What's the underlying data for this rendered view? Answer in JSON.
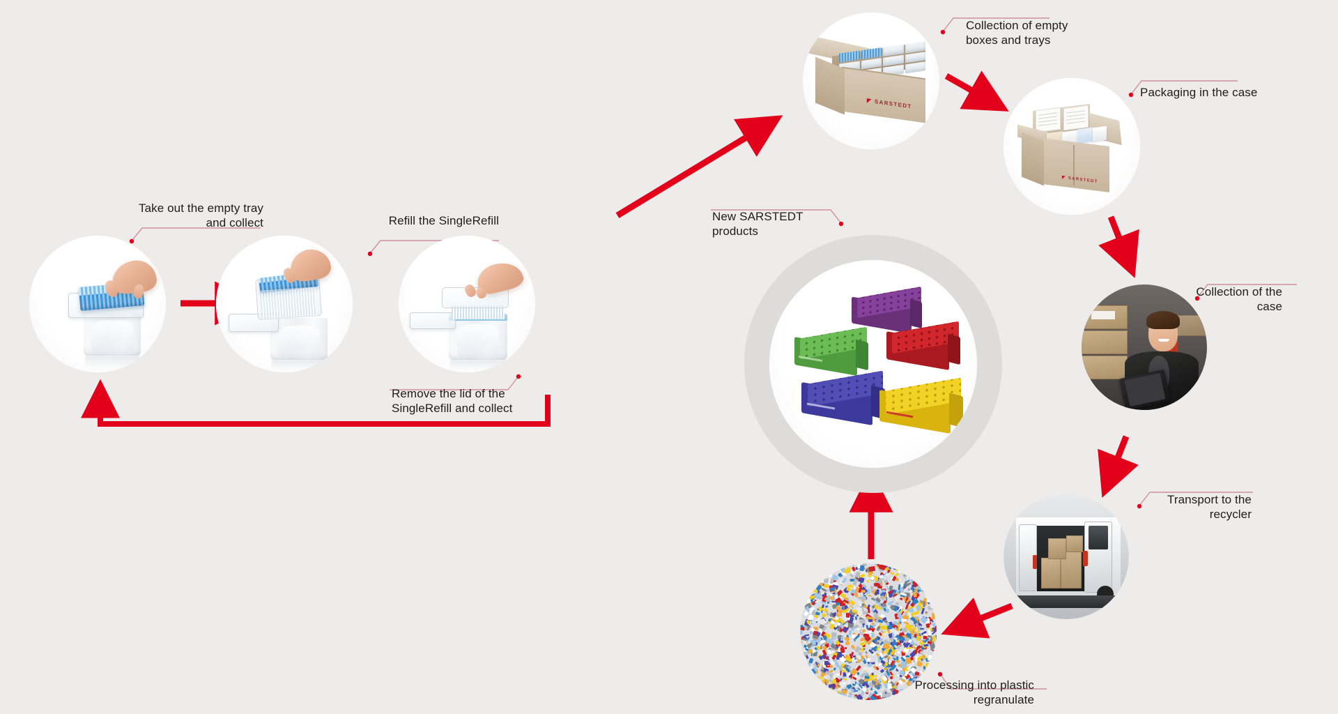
{
  "diagram": {
    "title": "SARSTEDT SingleRefill circular recycling process",
    "accent_color": "#e2001a",
    "leader_color": "#d08f99",
    "background_color": "#edeceb",
    "brand_name": "SARSTEDT"
  },
  "steps": [
    {
      "id": "take-out-empty-tray",
      "label": "Take out the empty tray\nand collect",
      "align": "right",
      "photo": "hand-lifting-blue-tip-tray-from-white-box"
    },
    {
      "id": "refill-singlerefill",
      "label": "Refill the SingleRefill",
      "align": "right",
      "photo": "hand-inserting-blue-tip-refill-into-box"
    },
    {
      "id": "remove-lid",
      "label": "Remove the lid of the\nSingleRefill and collect",
      "align": "left",
      "photo": "hand-removing-clear-lid-from-refill"
    },
    {
      "id": "collection-of-empty-boxes-and-trays",
      "label": "Collection of empty\nboxes and trays",
      "align": "left",
      "photo": "open-sarstedt-carton-with-trays-and-compartments"
    },
    {
      "id": "packaging-in-the-case",
      "label": "Packaging in the case",
      "align": "left",
      "photo": "open-cardboard-case-with-instruction-sheets-and-packages"
    },
    {
      "id": "collection-of-the-case",
      "label": "Collection of the\ncase",
      "align": "right",
      "photo": "smiling-warehouse-worker-with-tablet"
    },
    {
      "id": "transport-to-the-recycler",
      "label": "Transport to the\nrecycler",
      "align": "right",
      "photo": "white-delivery-van-loaded-with-boxes"
    },
    {
      "id": "processing-into-plastic-regranulate",
      "label": "Processing into plastic\nregranulate",
      "align": "right",
      "photo": "shredded-coloured-plastic-flakes"
    },
    {
      "id": "new-sarstedt-products",
      "label": "New SARSTEDT\nproducts",
      "align": "left",
      "photo": "five-coloured-tube-racks"
    }
  ],
  "center": {
    "label": "New SARSTEDT\nproducts",
    "racks": [
      {
        "name": "green-rack",
        "color": "#63b24f"
      },
      {
        "name": "purple-rack",
        "color": "#7b3b8e"
      },
      {
        "name": "red-rack",
        "color": "#cf2027"
      },
      {
        "name": "blue-rack",
        "color": "#4a48a8"
      },
      {
        "name": "yellow-rack",
        "color": "#f2cf1e"
      }
    ]
  },
  "granulate_colors": [
    "#f2cf1e",
    "#e8e9ea",
    "#9fc6e8",
    "#b9bcc0",
    "#f0a93c",
    "#cf2027",
    "#4a48a8",
    "#7f8488",
    "#ffffff",
    "#2f7fc0"
  ]
}
